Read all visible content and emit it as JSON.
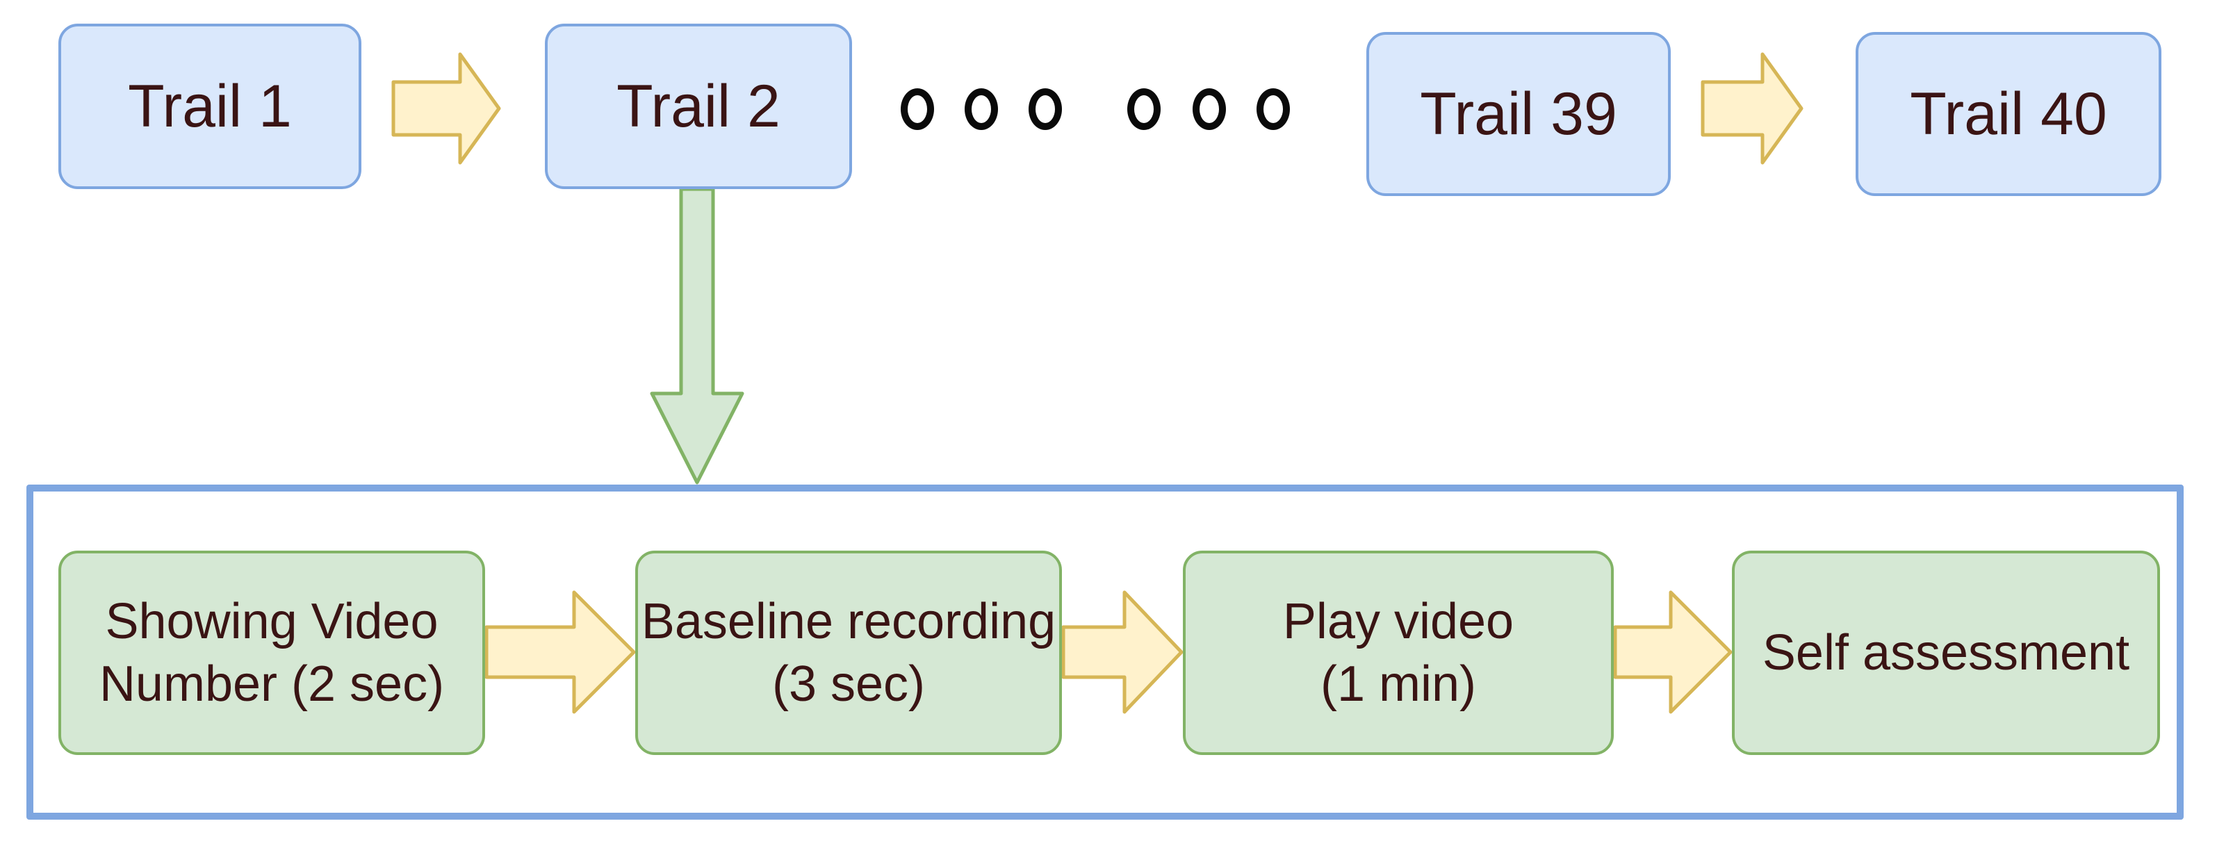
{
  "trials": {
    "first": "Trail 1",
    "second": "Trail 2",
    "penultimate": "Trail 39",
    "last": "Trail 40",
    "ellipsis_count": 6
  },
  "trial_procedure": {
    "steps": [
      {
        "line1": "Showing Video",
        "line2": "Number (2 sec)"
      },
      {
        "line1": "Baseline recording",
        "line2": "(3 sec)"
      },
      {
        "line1": "Play video",
        "line2": "(1 min)"
      },
      {
        "line1": "Self assessment",
        "line2": ""
      }
    ]
  },
  "colors": {
    "trial_fill": "#dae8fc",
    "trial_border": "#7ea6e0",
    "step_fill": "#d5e8d4",
    "step_border": "#82b366",
    "flow_arrow_fill": "#fff2cc",
    "flow_arrow_border": "#d6b656",
    "expand_arrow_fill": "#d5e8d4",
    "expand_arrow_border": "#82b366",
    "text": "#3a1414"
  }
}
